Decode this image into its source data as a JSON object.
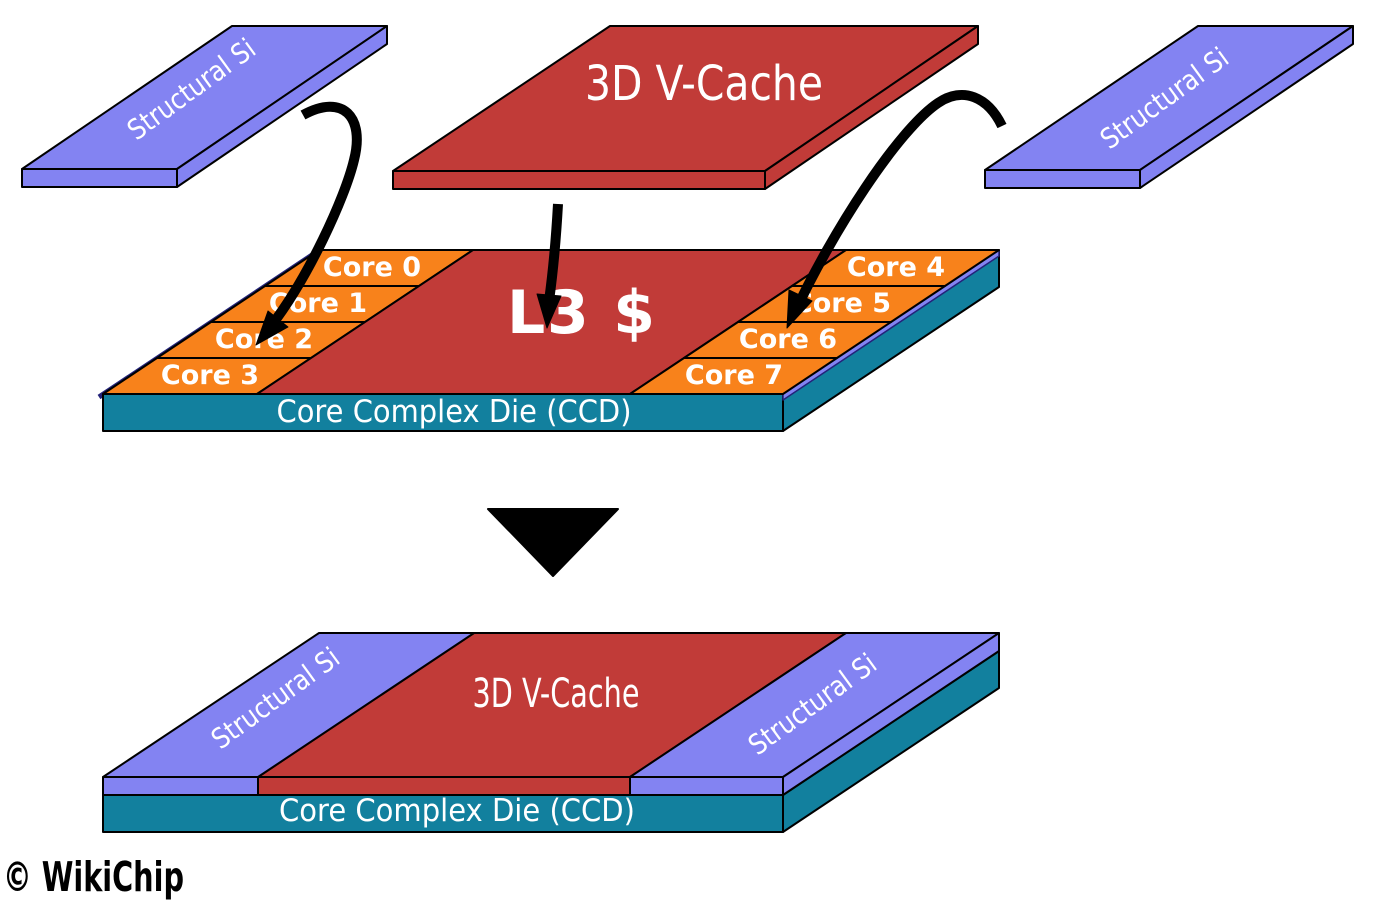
{
  "colors": {
    "structural_si_purple": "#8383f2",
    "cache_red": "#c13b38",
    "core_orange": "#f8821b",
    "die_teal": "#12809e",
    "arrow_black": "#000000",
    "outline_black": "#000000",
    "label_white": "#ffffff"
  },
  "exploded": {
    "left_slab_label": "Structural Si",
    "cache_slab_label": "3D V-Cache",
    "right_slab_label": "Structural Si",
    "cores_left": [
      "Core 0",
      "Core 1",
      "Core 2",
      "Core 3"
    ],
    "cores_right": [
      "Core 4",
      "Core 5",
      "Core 6",
      "Core 7"
    ],
    "l3_label": "L3 $",
    "die_label": "Core Complex Die (CCD)"
  },
  "assembled": {
    "left_slab_label": "Structural Si",
    "cache_label": "3D V-Cache",
    "right_slab_label": "Structural Si",
    "die_label": "Core Complex Die (CCD)"
  },
  "credit": "© WikiChip"
}
